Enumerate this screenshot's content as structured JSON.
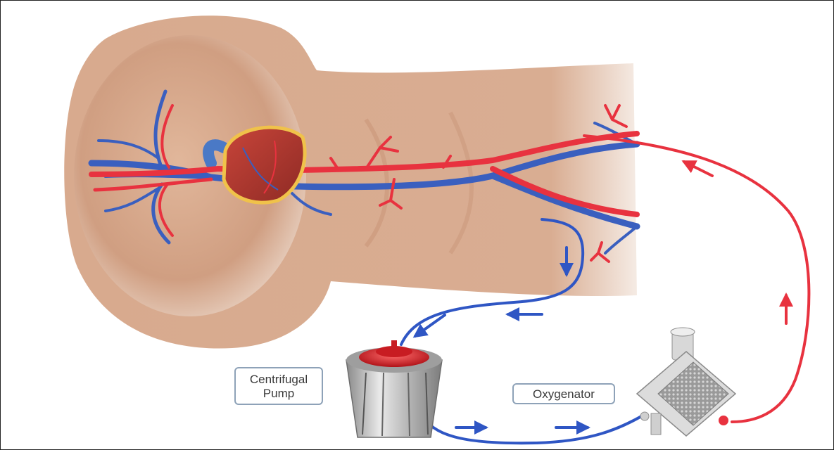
{
  "labels": {
    "pump_line1": "Centrifugal",
    "pump_line2": "Pump",
    "oxygenator": "Oxygenator"
  },
  "colors": {
    "arterial": "#e8323f",
    "venous": "#3a5fbf",
    "skin": "#d4a68a",
    "label_border": "#8ea2b8"
  }
}
